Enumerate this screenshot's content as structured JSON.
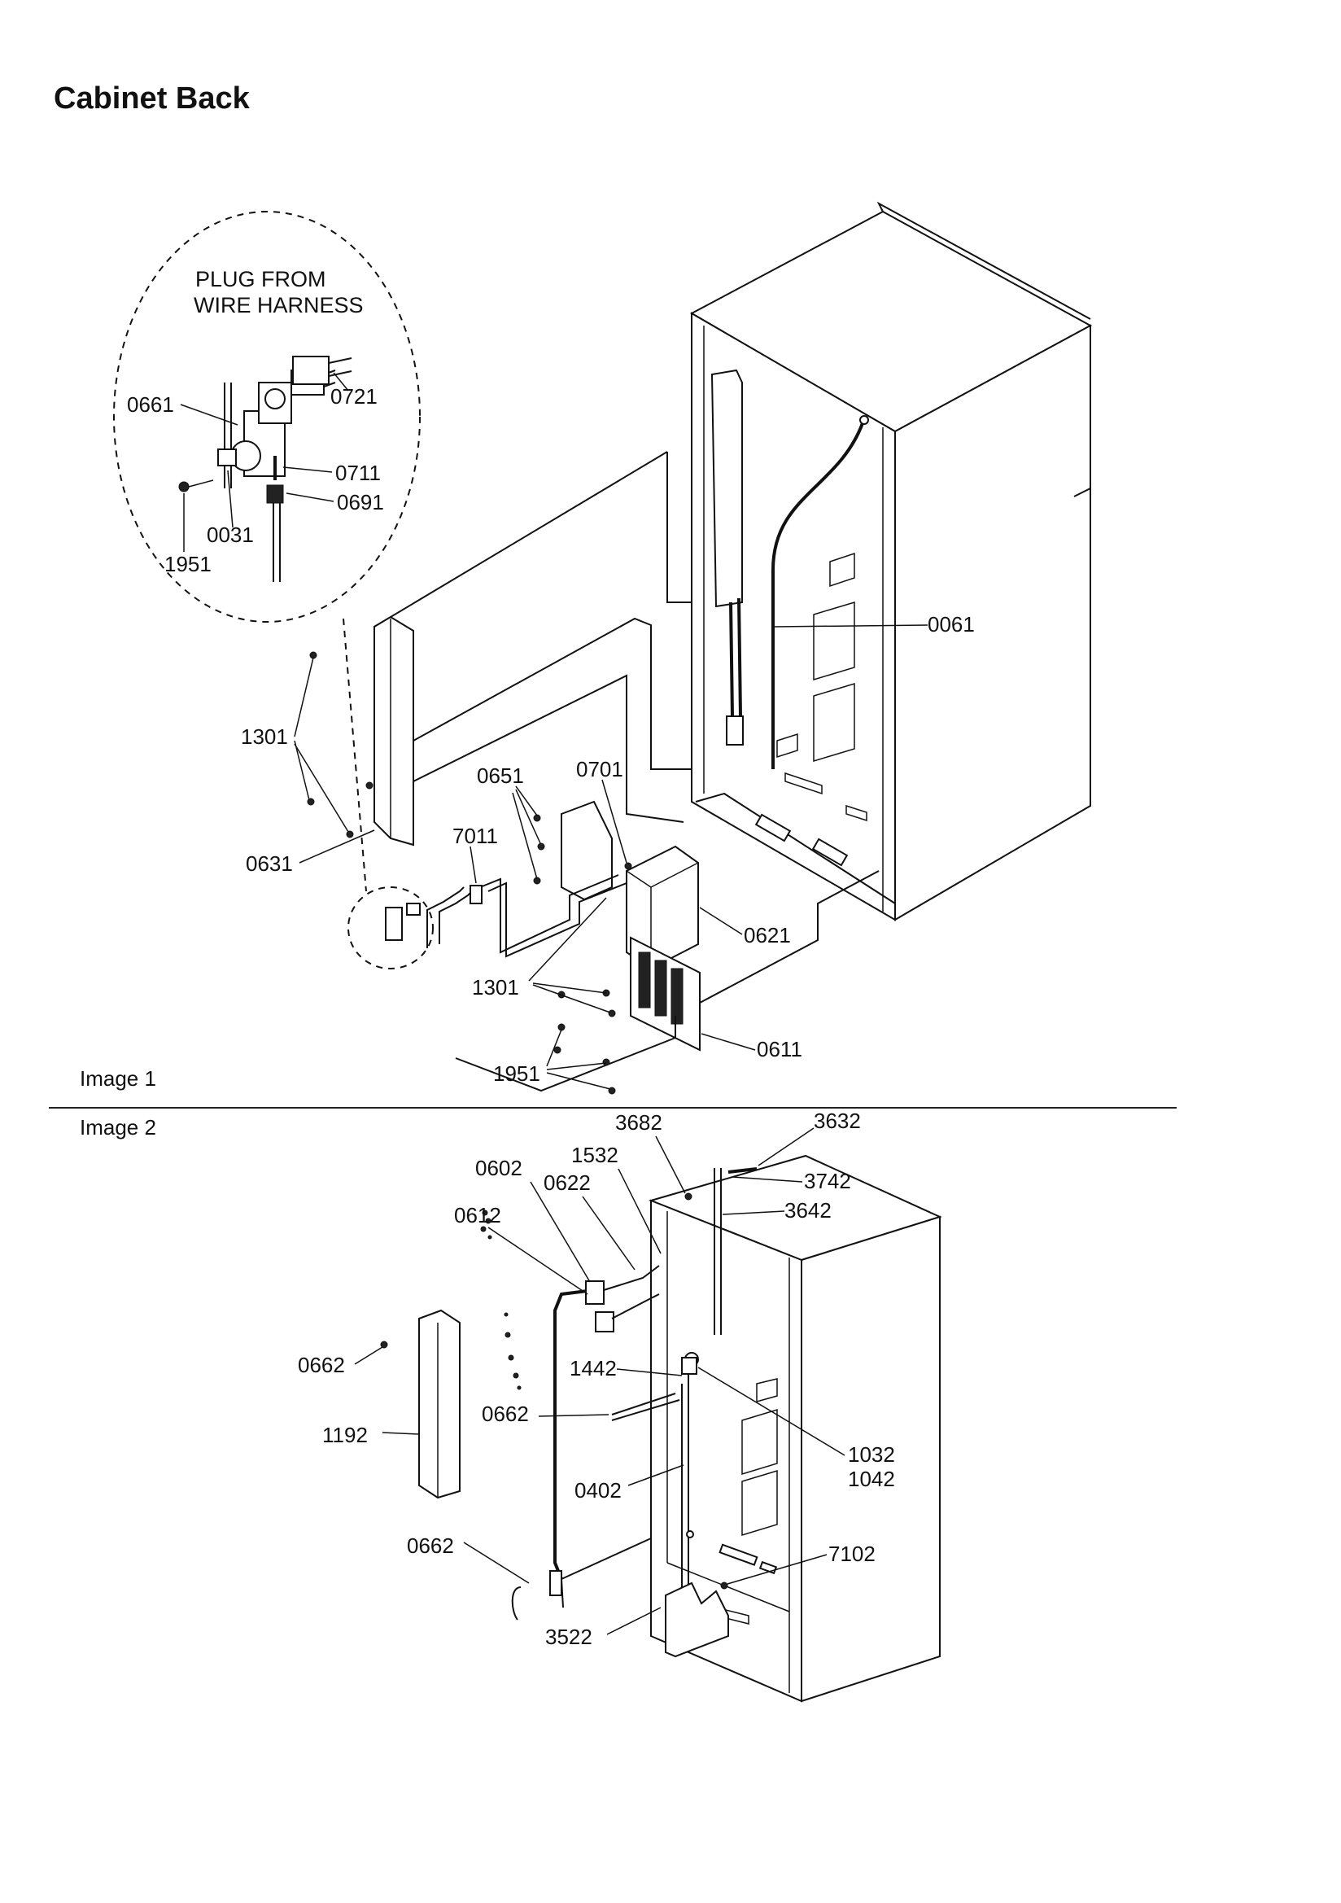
{
  "title": "Cabinet Back",
  "image1": {
    "label": "Image 1",
    "callout_note_line1": "PLUG FROM",
    "callout_note_line2": "WIRE HARNESS",
    "parts": {
      "p0721": "0721",
      "p0661": "0661",
      "p0711": "0711",
      "p0691": "0691",
      "p0031": "0031",
      "p1951a": "1951",
      "p0061": "0061",
      "p1301a": "1301",
      "p0651": "0651",
      "p0701": "0701",
      "p0631": "0631",
      "p7011": "7011",
      "p0621": "0621",
      "p1301b": "1301",
      "p0611": "0611",
      "p1951b": "1951"
    }
  },
  "image2": {
    "label": "Image 2",
    "parts": {
      "p3682": "3682",
      "p3632": "3632",
      "p1532": "1532",
      "p3742": "3742",
      "p0602": "0602",
      "p0622": "0622",
      "p3642": "3642",
      "p0612": "0612",
      "p0662a": "0662",
      "p1442": "1442",
      "p0662b": "0662",
      "p1032": "1032",
      "p1042": "1042",
      "p1192": "1192",
      "p0402": "0402",
      "p0662c": "0662",
      "p7102": "7102",
      "p3522": "3522"
    }
  }
}
